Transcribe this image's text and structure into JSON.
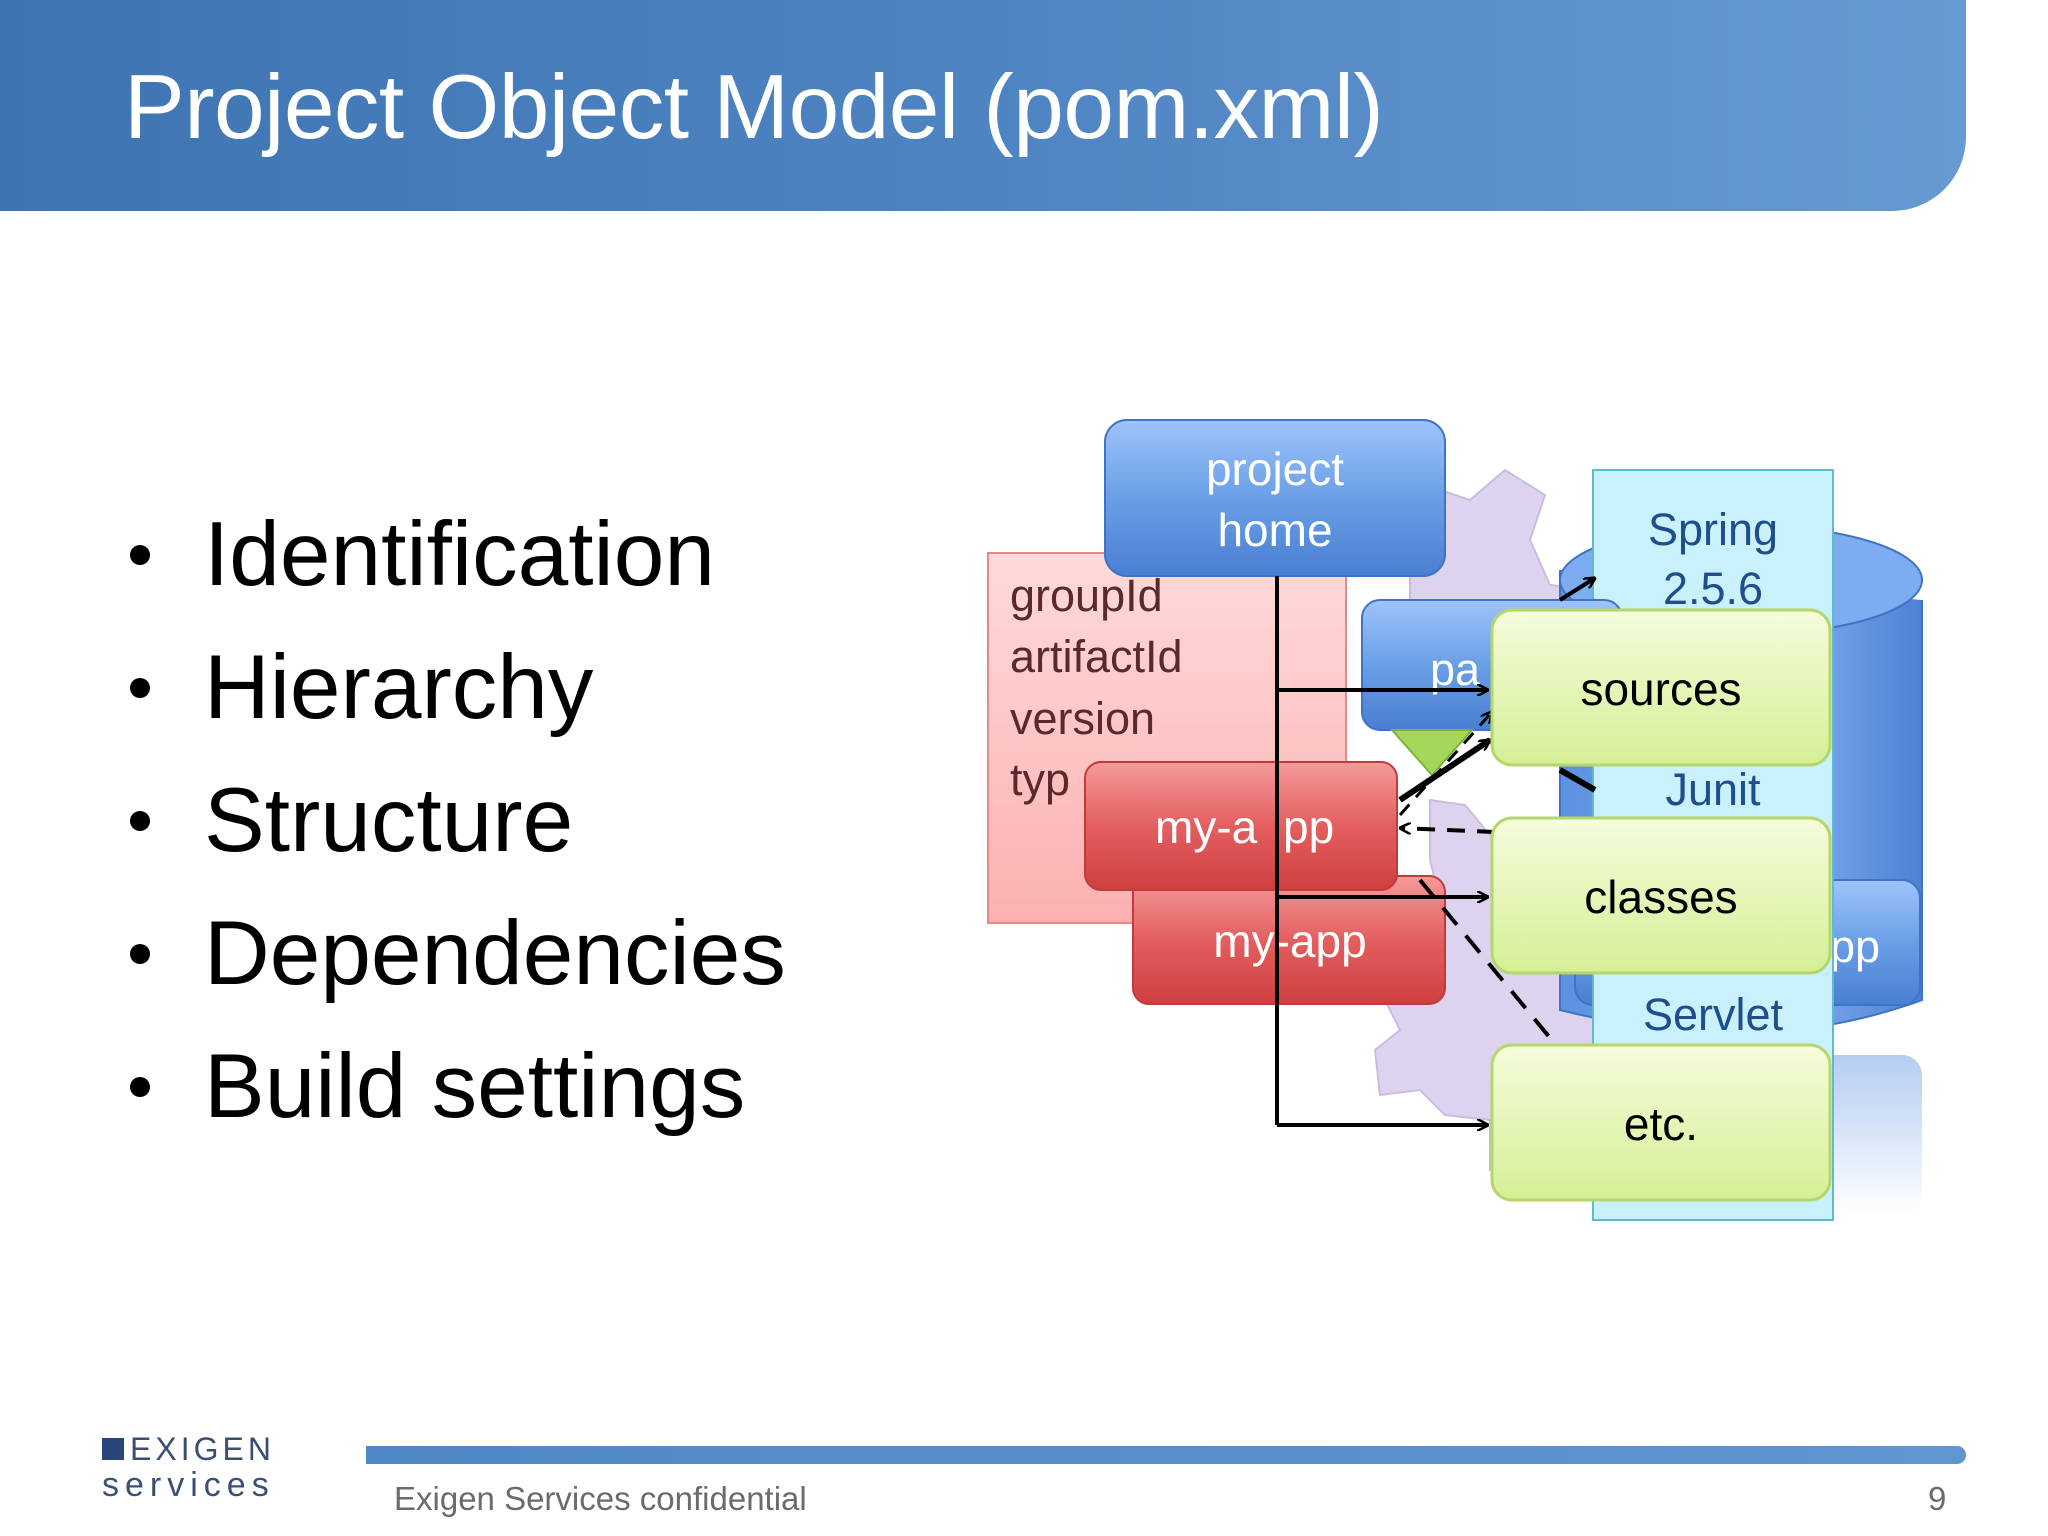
{
  "slide": {
    "title": "Project Object Model (pom.xml)",
    "bullets": [
      "Identification",
      "Hierarchy",
      "Structure",
      "Dependencies",
      "Build settings"
    ]
  },
  "diagram": {
    "gear_color": "#ddd3ef",
    "coordinates_box": {
      "lines": [
        "groupId",
        "artifactId",
        "version",
        "typ"
      ]
    },
    "project_home": {
      "lines": [
        "project",
        "home"
      ]
    },
    "parent_tab": "pa",
    "my_app_1": "my-a",
    "my_app_1_tail": "pp",
    "my_app_2": "my-app",
    "dependencies": [
      "Spring",
      "2.5.6",
      "Junit",
      "Servlet"
    ],
    "cylinder_fragment": "pp",
    "folders": [
      "sources",
      "classes",
      "etc."
    ]
  },
  "footer": {
    "confidential": "Exigen Services confidential",
    "page_number": "9",
    "logo_top": "EXIGEN",
    "logo_bottom": "services"
  },
  "colors": {
    "title_bar": "#4a80bf",
    "blue_box": "#5189d6",
    "red_box": "#e05555",
    "green_box": "#e3f5b2",
    "cyan_box": "#c9f1fb",
    "pink_box": "#ffc4c4",
    "footer_line": "#5890cc"
  }
}
